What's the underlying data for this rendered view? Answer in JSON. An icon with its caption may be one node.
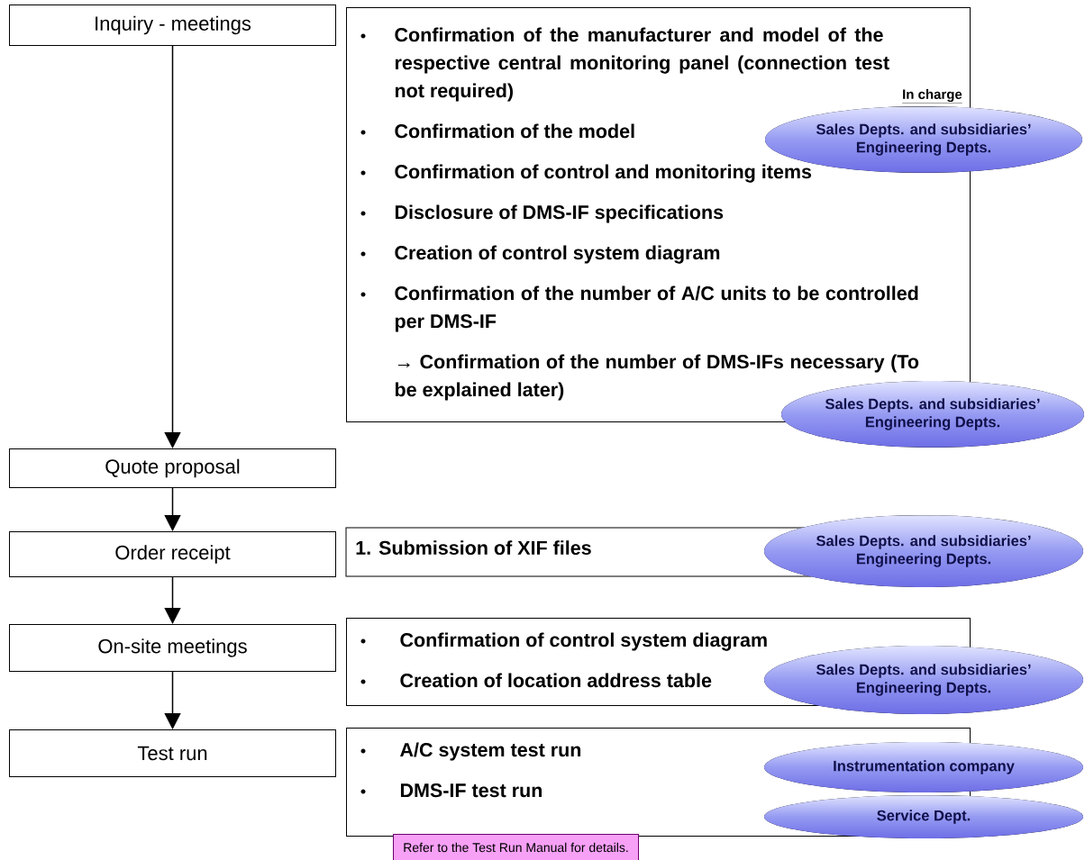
{
  "diagram": {
    "nodes": [
      {
        "text": [
          "Inquiry - meetings"
        ]
      },
      {
        "text": [
          "Confirmation of the manufacturer and model of the respective central monitoring panel (connection test not required)",
          "Confirmation of the model",
          "Confirmation of control and monitoring items",
          "Disclosure of DMS-IF specifications",
          "Creation of control system diagram",
          "Confirmation of the number of A/C units to be controlled per DMS-IF",
          "→ Confirmation of the number of DMS-IFs necessary (To be explained later)"
        ]
      },
      {
        "text": [
          "Sales Depts. and subsidiaries’ Engineering Depts."
        ]
      },
      {
        "text": [
          "Sales Depts. and subsidiaries’ Engineering Depts."
        ]
      },
      {
        "text": [
          "Quote proposal"
        ]
      },
      {
        "text": [
          "Order receipt"
        ]
      },
      {
        "text": [
          "1. Submission of XIF files"
        ]
      },
      {
        "text": [
          "Sales Depts. and subsidiaries’ Engineering Depts."
        ]
      },
      {
        "text": [
          "On-site meetings"
        ]
      },
      {
        "text": [
          "Confirmation of control system diagram",
          "Creation of location address table"
        ]
      },
      {
        "text": [
          "Sales Depts. and subsidiaries’ Engineering Depts."
        ]
      },
      {
        "text": [
          "Test run"
        ]
      },
      {
        "text": [
          "A/C system test run",
          "DMS-IF test run"
        ]
      },
      {
        "text": [
          "Instrumentation company"
        ]
      },
      {
        "text": [
          "Service Dept."
        ]
      },
      {
        "text": [
          "Refer to the Test Run Manual for details."
        ]
      }
    ],
    "edges": [
      {
        "from": 0,
        "to": 4,
        "arrow": "to"
      },
      {
        "from": 4,
        "to": 5,
        "arrow": "to"
      },
      {
        "from": 5,
        "to": 8,
        "arrow": "to"
      },
      {
        "from": 8,
        "to": 11,
        "arrow": "to"
      }
    ],
    "labels": [
      "In charge"
    ]
  }
}
